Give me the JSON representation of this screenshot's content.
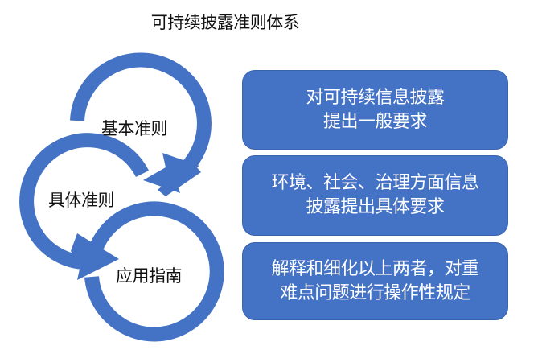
{
  "title": "可持续披露准则体系",
  "colors": {
    "accent": "#4472c4",
    "text": "#111111",
    "box_text": "#ffffff"
  },
  "cycle": {
    "items": [
      {
        "label": "基本准则",
        "icon": "curved-arrow-icon"
      },
      {
        "label": "具体准则",
        "icon": "curved-arrow-icon"
      },
      {
        "label": "应用指南",
        "icon": "curved-arrow-icon"
      }
    ]
  },
  "boxes": [
    {
      "lines": [
        "对可持续信息披露",
        "提出一般要求"
      ]
    },
    {
      "lines": [
        "环境、社会、治理方面信息",
        "披露提出具体要求"
      ]
    },
    {
      "lines": [
        "解释和细化以上两者，对重",
        "难点问题进行操作性规定"
      ]
    }
  ]
}
